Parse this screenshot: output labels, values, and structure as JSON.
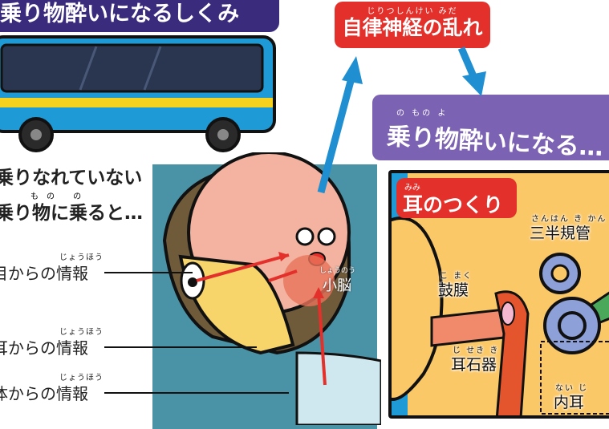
{
  "title": "乗り物酔いになるしくみ",
  "autonomic": {
    "ruby": "じりつしんけい みだ",
    "label": "自律神経の乱れ"
  },
  "result": {
    "ruby": "の もの よ",
    "label": "乗り物酔いになる…"
  },
  "lead": {
    "line1": "乗りなれていない",
    "line2": "乗り物に乗ると…",
    "ruby2": "もの  の"
  },
  "info": [
    {
      "ruby": "じょうほう",
      "label": "目からの情報"
    },
    {
      "ruby": "じょうほう",
      "label": "耳からの情報"
    },
    {
      "ruby": "じょうほう",
      "label": "体からの情報"
    }
  ],
  "cerebellum": {
    "ruby": "しょうのう",
    "label": "小脳"
  },
  "ear": {
    "title_ruby": "みみ",
    "title": "耳のつくり",
    "parts": [
      {
        "ruby": "さんはん き かん",
        "label": "三半規管"
      },
      {
        "ruby": "こ まく",
        "label": "鼓膜"
      },
      {
        "ruby": "じ せき き",
        "label": "耳石器"
      },
      {
        "ruby": "ない じ",
        "label": "内耳"
      }
    ]
  },
  "colors": {
    "title_bg": "#3b2b7d",
    "red": "#e4302b",
    "purple": "#7b62b3",
    "teal": "#4a93a6",
    "ear_bg": "#fbc868",
    "arrow": "#1f8fd1"
  }
}
